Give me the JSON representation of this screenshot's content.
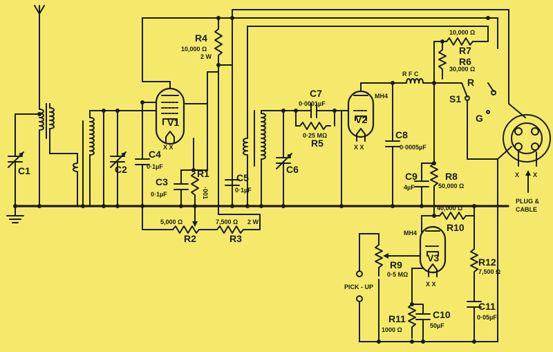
{
  "components": {
    "C1": {
      "label": "C1"
    },
    "C2": {
      "label": "C2"
    },
    "C3": {
      "label": "C3",
      "value": "0·1µF"
    },
    "C4": {
      "label": "C4",
      "value": "0·1µF"
    },
    "C5": {
      "label": "C5",
      "value": "0·1µF"
    },
    "C6": {
      "label": "C6"
    },
    "C7": {
      "label": "C7",
      "value": "0·0001µF"
    },
    "C8": {
      "label": "C8",
      "value": "0·0005µF"
    },
    "C9": {
      "label": "C9",
      "value": "4µF"
    },
    "C10": {
      "label": "C10",
      "value": "50µF"
    },
    "C11": {
      "label": "C11",
      "value": "0·05µF"
    },
    "R1": {
      "label": "R1",
      "value": "·001"
    },
    "R2": {
      "label": "R2",
      "value": "5,000 Ω"
    },
    "R3": {
      "label": "R3",
      "value": "7,500 Ω",
      "power": "2 W"
    },
    "R4": {
      "label": "R4",
      "value": "10,000 Ω",
      "power": "2 W"
    },
    "R5": {
      "label": "R5",
      "value": "0·25 MΩ"
    },
    "R6": {
      "label": "R6",
      "value": "30,000 Ω"
    },
    "R7": {
      "label": "R7",
      "value": "10,000 Ω"
    },
    "R8": {
      "label": "R8",
      "value": "50,000 Ω"
    },
    "R9": {
      "label": "R9",
      "value": "0·5 MΩ"
    },
    "R10": {
      "label": "R10",
      "value": "40,000 Ω"
    },
    "R11": {
      "label": "R11",
      "value": "1000 Ω"
    },
    "R12": {
      "label": "R12",
      "value": "7,500 Ω"
    },
    "V1": {
      "label": "V1"
    },
    "V2": {
      "label": "V2",
      "type": "MH4"
    },
    "V3": {
      "label": "V3",
      "type": "MH4"
    },
    "S1": {
      "label": "S1"
    }
  },
  "labels": {
    "rfc": "R F C",
    "heater": "X X",
    "heater_x": "X",
    "switch_r": "R",
    "switch_g": "G",
    "pickup": "PICK - UP",
    "plug_line1": "PLUG &",
    "plug_line2": "CABLE"
  },
  "colors": {
    "background": "#f5e96b",
    "ink": "#1a1a1a"
  }
}
